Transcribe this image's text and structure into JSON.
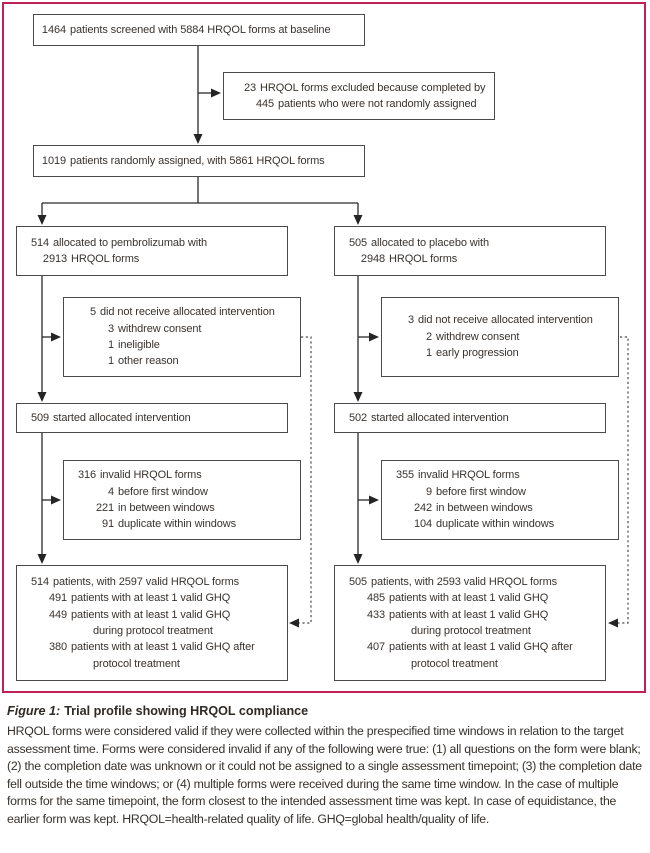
{
  "accent_color": "#bf2058",
  "flow": {
    "screened": [
      {
        "n": "1464",
        "t": "patients screened with 5884 HRQOL forms at baseline",
        "i": 0
      }
    ],
    "excluded": [
      {
        "n": "23",
        "t": "HRQOL forms excluded because completed by",
        "i": 0
      },
      {
        "n": "445",
        "t": "patients who were not randomly assigned",
        "i": 1
      }
    ],
    "randomized": [
      {
        "n": "1019",
        "t": "patients randomly assigned, with 5861 HRQOL forms",
        "i": 0
      }
    ],
    "pembrolizumab": {
      "allocated": [
        {
          "n": "514",
          "t": "allocated to pembrolizumab with",
          "i": 0
        },
        {
          "n": "2913",
          "t": "HRQOL forms",
          "i": 1
        }
      ],
      "not_received": [
        {
          "n": "5",
          "t": "did not receive allocated intervention",
          "i": 0
        },
        {
          "n": "3",
          "t": "withdrew consent",
          "i": 1
        },
        {
          "n": "1",
          "t": "ineligible",
          "i": 1
        },
        {
          "n": "1",
          "t": "other reason",
          "i": 1
        }
      ],
      "started": [
        {
          "n": "509",
          "t": "started allocated intervention",
          "i": 0
        }
      ],
      "invalid": [
        {
          "n": "316",
          "t": "invalid HRQOL forms",
          "i": 0
        },
        {
          "n": "4",
          "t": "before first window",
          "i": 1
        },
        {
          "n": "221",
          "t": "in between windows",
          "i": 1
        },
        {
          "n": "91",
          "t": "duplicate within windows",
          "i": 1
        }
      ],
      "valid": [
        {
          "n": "514",
          "t": "patients, with 2597 valid HRQOL forms",
          "i": 0
        },
        {
          "n": "491",
          "t": "patients with at least 1 valid GHQ",
          "i": 1
        },
        {
          "n": "449",
          "t": "patients with at least 1 valid GHQ",
          "i": 1
        },
        {
          "n": "",
          "t": "during protocol treatment",
          "i": 2
        },
        {
          "n": "380",
          "t": "patients with at least 1 valid GHQ after",
          "i": 1
        },
        {
          "n": "",
          "t": "protocol treatment",
          "i": 2
        }
      ]
    },
    "placebo": {
      "allocated": [
        {
          "n": "505",
          "t": "allocated to placebo with",
          "i": 0
        },
        {
          "n": "2948",
          "t": "HRQOL forms",
          "i": 1
        }
      ],
      "not_received": [
        {
          "n": "3",
          "t": "did not receive allocated intervention",
          "i": 0
        },
        {
          "n": "2",
          "t": "withdrew consent",
          "i": 1
        },
        {
          "n": "1",
          "t": "early progression",
          "i": 1
        }
      ],
      "started": [
        {
          "n": "502",
          "t": "started allocated intervention",
          "i": 0
        }
      ],
      "invalid": [
        {
          "n": "355",
          "t": "invalid HRQOL forms",
          "i": 0
        },
        {
          "n": "9",
          "t": "before first window",
          "i": 1
        },
        {
          "n": "242",
          "t": "in between windows",
          "i": 1
        },
        {
          "n": "104",
          "t": "duplicate within windows",
          "i": 1
        }
      ],
      "valid": [
        {
          "n": "505",
          "t": "patients, with 2593 valid HRQOL forms",
          "i": 0
        },
        {
          "n": "485",
          "t": "patients with at least 1 valid GHQ",
          "i": 1
        },
        {
          "n": "433",
          "t": "patients with at least 1 valid GHQ",
          "i": 1
        },
        {
          "n": "",
          "t": "during protocol treatment",
          "i": 2
        },
        {
          "n": "407",
          "t": "patients with at least 1 valid GHQ after",
          "i": 1
        },
        {
          "n": "",
          "t": "protocol treatment",
          "i": 2
        }
      ]
    }
  },
  "caption": {
    "figure_label": "Figure 1:",
    "title": "Trial profile showing HRQOL compliance",
    "body": "HRQOL forms were considered valid if they were collected within the prespecified time windows in relation to the target assessment time. Forms were considered invalid if any of the following were true: (1) all questions on the form were blank; (2) the completion date was unknown or it could not be assigned to a single assessment timepoint; (3) the completion date fell outside the time windows; or (4) multiple forms were received during the same time window. In the case of multiple forms for the same timepoint, the form closest to the intended assessment time was kept. In case of equidistance, the earlier form was kept. HRQOL=health-related quality of life. GHQ=global health/quality of life."
  }
}
